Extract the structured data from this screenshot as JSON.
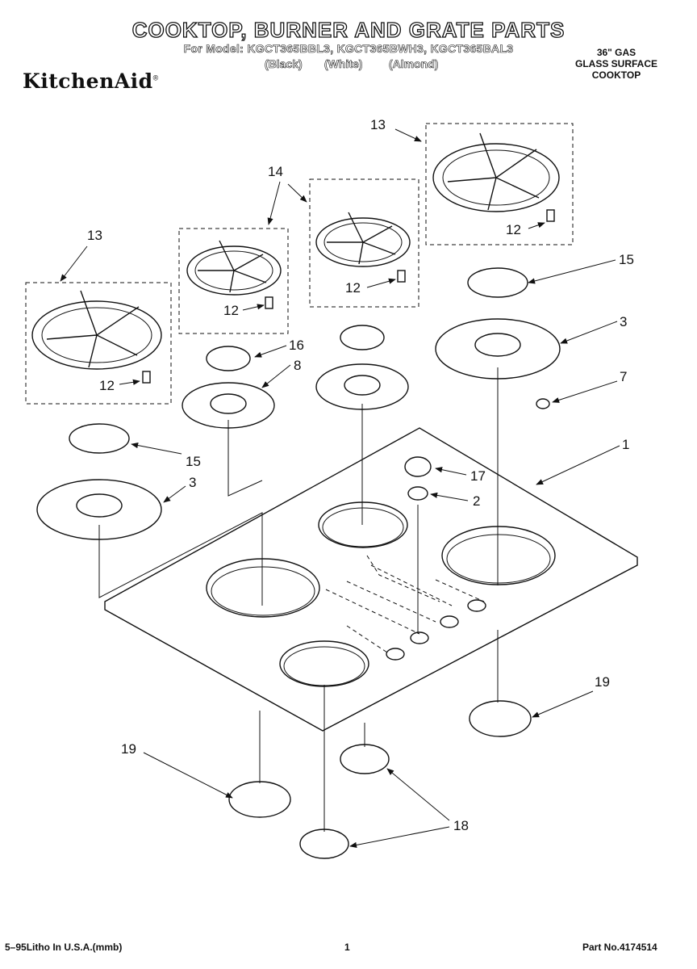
{
  "header": {
    "title": "COOKTOP, BURNER AND GRATE PARTS",
    "model_line": "For Model: KGCT365BBL3, KGCT365BWH3, KGCT365BAL3",
    "colors": [
      "(Black)",
      "(White)",
      "(Almond)"
    ],
    "brand": "KitchenAid",
    "brand_mark": "®",
    "product_lines": [
      "36\" GAS",
      "GLASS SURFACE",
      "COOKTOP"
    ]
  },
  "callouts": {
    "c13a": "13",
    "c13b": "13",
    "c14": "14",
    "c12a": "12",
    "c12b": "12",
    "c12c": "12",
    "c12d": "12",
    "c15a": "15",
    "c15b": "15",
    "c16": "16",
    "c8": "8",
    "c3a": "3",
    "c3b": "3",
    "c7": "7",
    "c1": "1",
    "c17": "17",
    "c2": "2",
    "c19a": "19",
    "c19b": "19",
    "c18": "18"
  },
  "footer": {
    "litho": "5–95Litho In U.S.A.(mmb)",
    "page": "1",
    "part_no": "Part No.4174514"
  }
}
